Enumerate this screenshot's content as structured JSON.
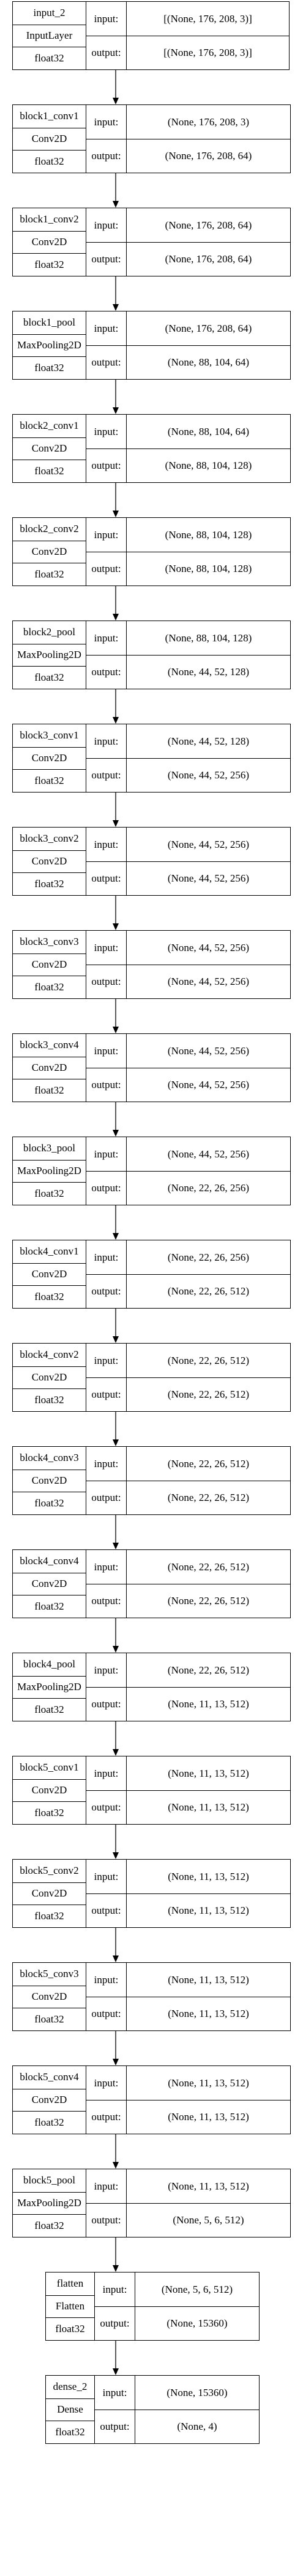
{
  "layers": [
    {
      "name": "input_2",
      "type": "InputLayer",
      "dtype": "float32",
      "input": "[(None, 176, 208, 3)]",
      "output": "[(None, 176, 208, 3)]"
    },
    {
      "name": "block1_conv1",
      "type": "Conv2D",
      "dtype": "float32",
      "input": "(None, 176, 208, 3)",
      "output": "(None, 176, 208, 64)"
    },
    {
      "name": "block1_conv2",
      "type": "Conv2D",
      "dtype": "float32",
      "input": "(None, 176, 208, 64)",
      "output": "(None, 176, 208, 64)"
    },
    {
      "name": "block1_pool",
      "type": "MaxPooling2D",
      "dtype": "float32",
      "input": "(None, 176, 208, 64)",
      "output": "(None, 88, 104, 64)"
    },
    {
      "name": "block2_conv1",
      "type": "Conv2D",
      "dtype": "float32",
      "input": "(None, 88, 104, 64)",
      "output": "(None, 88, 104, 128)"
    },
    {
      "name": "block2_conv2",
      "type": "Conv2D",
      "dtype": "float32",
      "input": "(None, 88, 104, 128)",
      "output": "(None, 88, 104, 128)"
    },
    {
      "name": "block2_pool",
      "type": "MaxPooling2D",
      "dtype": "float32",
      "input": "(None, 88, 104, 128)",
      "output": "(None, 44, 52, 128)"
    },
    {
      "name": "block3_conv1",
      "type": "Conv2D",
      "dtype": "float32",
      "input": "(None, 44, 52, 128)",
      "output": "(None, 44, 52, 256)"
    },
    {
      "name": "block3_conv2",
      "type": "Conv2D",
      "dtype": "float32",
      "input": "(None, 44, 52, 256)",
      "output": "(None, 44, 52, 256)"
    },
    {
      "name": "block3_conv3",
      "type": "Conv2D",
      "dtype": "float32",
      "input": "(None, 44, 52, 256)",
      "output": "(None, 44, 52, 256)"
    },
    {
      "name": "block3_conv4",
      "type": "Conv2D",
      "dtype": "float32",
      "input": "(None, 44, 52, 256)",
      "output": "(None, 44, 52, 256)"
    },
    {
      "name": "block3_pool",
      "type": "MaxPooling2D",
      "dtype": "float32",
      "input": "(None, 44, 52, 256)",
      "output": "(None, 22, 26, 256)"
    },
    {
      "name": "block4_conv1",
      "type": "Conv2D",
      "dtype": "float32",
      "input": "(None, 22, 26, 256)",
      "output": "(None, 22, 26, 512)"
    },
    {
      "name": "block4_conv2",
      "type": "Conv2D",
      "dtype": "float32",
      "input": "(None, 22, 26, 512)",
      "output": "(None, 22, 26, 512)"
    },
    {
      "name": "block4_conv3",
      "type": "Conv2D",
      "dtype": "float32",
      "input": "(None, 22, 26, 512)",
      "output": "(None, 22, 26, 512)"
    },
    {
      "name": "block4_conv4",
      "type": "Conv2D",
      "dtype": "float32",
      "input": "(None, 22, 26, 512)",
      "output": "(None, 22, 26, 512)"
    },
    {
      "name": "block4_pool",
      "type": "MaxPooling2D",
      "dtype": "float32",
      "input": "(None, 22, 26, 512)",
      "output": "(None, 11, 13, 512)"
    },
    {
      "name": "block5_conv1",
      "type": "Conv2D",
      "dtype": "float32",
      "input": "(None, 11, 13, 512)",
      "output": "(None, 11, 13, 512)"
    },
    {
      "name": "block5_conv2",
      "type": "Conv2D",
      "dtype": "float32",
      "input": "(None, 11, 13, 512)",
      "output": "(None, 11, 13, 512)"
    },
    {
      "name": "block5_conv3",
      "type": "Conv2D",
      "dtype": "float32",
      "input": "(None, 11, 13, 512)",
      "output": "(None, 11, 13, 512)"
    },
    {
      "name": "block5_conv4",
      "type": "Conv2D",
      "dtype": "float32",
      "input": "(None, 11, 13, 512)",
      "output": "(None, 11, 13, 512)"
    },
    {
      "name": "block5_pool",
      "type": "MaxPooling2D",
      "dtype": "float32",
      "input": "(None, 11, 13, 512)",
      "output": "(None, 5, 6, 512)"
    },
    {
      "name": "flatten",
      "type": "Flatten",
      "dtype": "float32",
      "input": "(None, 5, 6, 512)",
      "output": "(None, 15360)"
    },
    {
      "name": "dense_2",
      "type": "Dense",
      "dtype": "float32",
      "input": "(None, 15360)",
      "output": "(None, 4)"
    }
  ],
  "labels": {
    "input": "input:",
    "output": "output:"
  }
}
